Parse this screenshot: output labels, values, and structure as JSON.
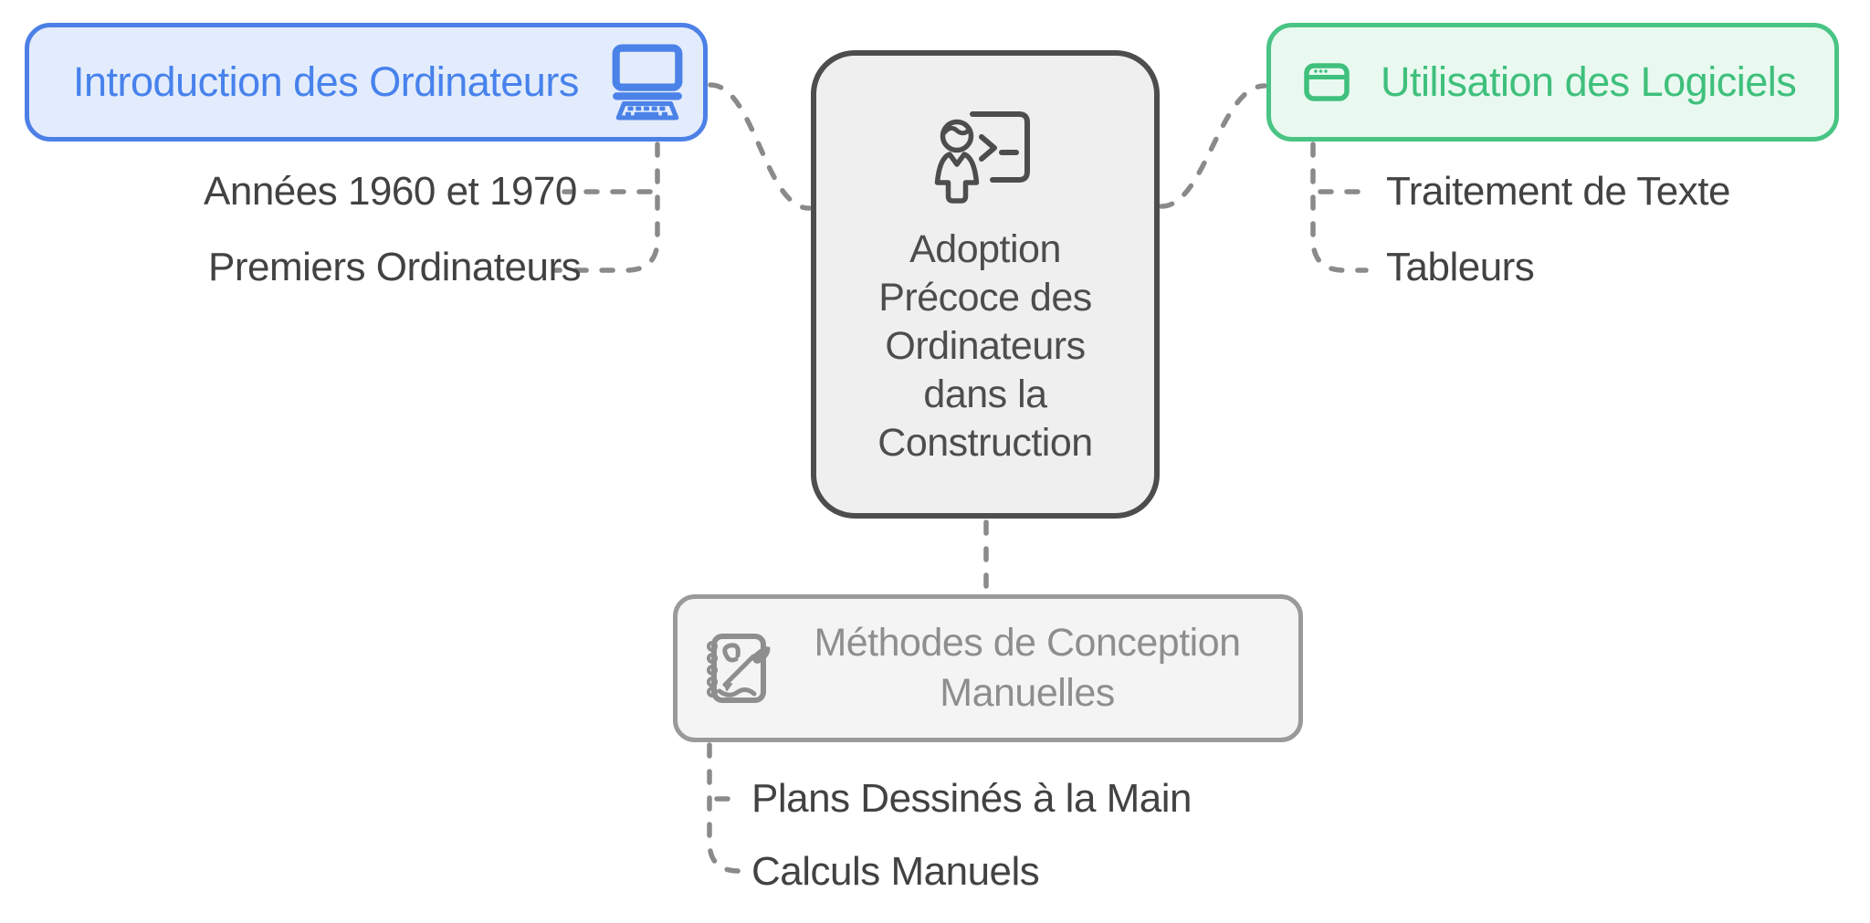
{
  "diagram": {
    "type": "mindmap",
    "root": {
      "label": "Adoption Précoce des Ordinateurs dans la Construction",
      "icon": "person-presenting-icon",
      "border_color": "#4d4d4d",
      "fill_color": "#efefef",
      "text_color": "#4d4d4d"
    },
    "branches": [
      {
        "label": "Introduction des Ordinateurs",
        "icon": "desktop-computer-icon",
        "position": "top-left",
        "accent_color": "#4c80e6",
        "fill_color": "#e3ecfc",
        "text_color": "#4782ec",
        "children": [
          {
            "label": "Années 1960 et 1970"
          },
          {
            "label": "Premiers Ordinateurs"
          }
        ]
      },
      {
        "label": "Utilisation des Logiciels",
        "icon": "software-window-icon",
        "position": "top-right",
        "accent_color": "#49c484",
        "fill_color": "#e9f9f0",
        "text_color": "#3fc07c",
        "children": [
          {
            "label": "Traitement de Texte"
          },
          {
            "label": "Tableurs"
          }
        ]
      },
      {
        "label": "Méthodes de Conception Manuelles",
        "icon": "notebook-quill-icon",
        "position": "bottom",
        "accent_color": "#9a9a9a",
        "fill_color": "#f4f4f4",
        "text_color": "#8e8e8e",
        "children": [
          {
            "label": "Plans Dessinés à la Main"
          },
          {
            "label": "Calculs Manuels"
          }
        ]
      }
    ],
    "connector_color": "#8a8a8a",
    "leaf_text_color": "#424242",
    "background_color": "#ffffff"
  }
}
